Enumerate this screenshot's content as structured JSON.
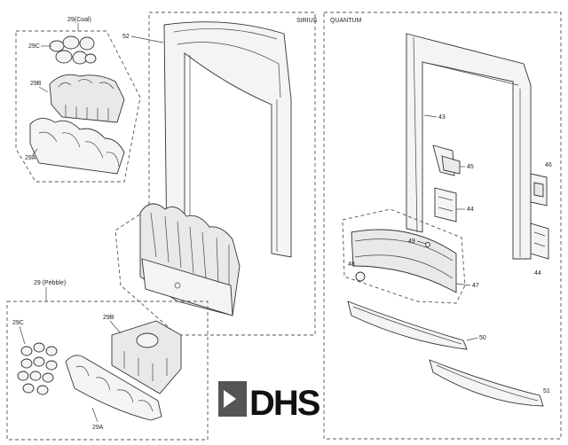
{
  "groups": {
    "coal": "29(Coal)",
    "pebble": "29 (Pebble)",
    "sirius": "SIRIUS",
    "quantum": "QUANTUM"
  },
  "callouts": {
    "c29c_coal": "29C",
    "c29b_coal": "29B",
    "c29a_coal": "29A",
    "c52": "52",
    "c43": "43",
    "c45": "45",
    "c44a": "44",
    "c46": "46",
    "c44b": "44",
    "c49": "49",
    "c48": "48",
    "c47": "47",
    "c50": "50",
    "c51": "51",
    "c29c_peb": "29C",
    "c29b_peb": "29B",
    "c29a_peb": "29A"
  },
  "logo": {
    "text": "DHS"
  }
}
